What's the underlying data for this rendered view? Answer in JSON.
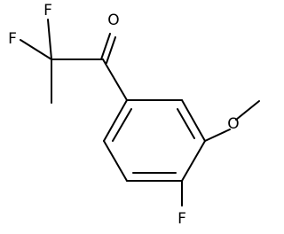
{
  "molecule": {
    "atoms": {
      "f1": "F",
      "f2": "F",
      "o_carbonyl": "O",
      "o_methoxy": "O",
      "f_ring": "F"
    }
  }
}
